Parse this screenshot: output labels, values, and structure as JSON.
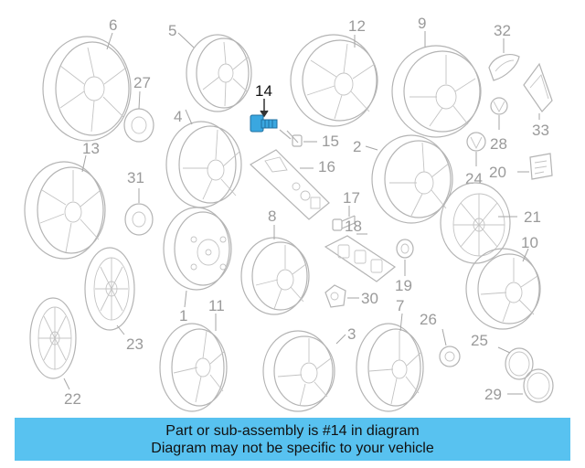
{
  "diagram": {
    "highlight_part": "14",
    "highlight_color": "#3aa7e0",
    "line_color": "#b4b4b4",
    "callouts": [
      "1",
      "2",
      "3",
      "4",
      "5",
      "6",
      "7",
      "8",
      "9",
      "10",
      "11",
      "12",
      "13",
      "14",
      "15",
      "16",
      "17",
      "18",
      "19",
      "20",
      "21",
      "22",
      "23",
      "24",
      "25",
      "26",
      "27",
      "28",
      "29",
      "30",
      "31",
      "32",
      "33"
    ]
  },
  "banner": {
    "background": "#58c2f0",
    "line1": "Part or sub-assembly is #14 in diagram",
    "line2": "Diagram may not be specific to your vehicle"
  }
}
